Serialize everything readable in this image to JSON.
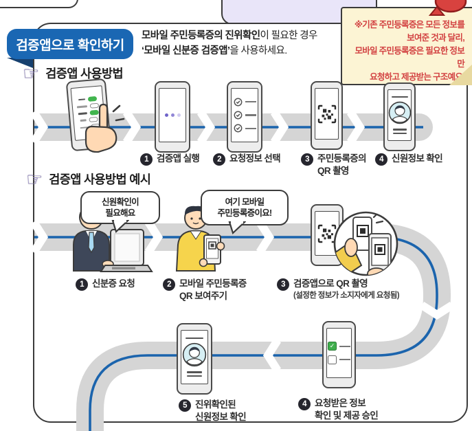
{
  "colors": {
    "road_gray": "#d5d5d5",
    "road_blue": "#1b64ad",
    "ribbon_blue": "#1a67b3",
    "ribbon_fold": "#16406f",
    "note_bg": "#fcf4d4",
    "note_text": "#d24141",
    "outline": "#3b3b3b",
    "toggle_green": "#41b54e",
    "check_green": "#3fae4c",
    "hand_purple": "#a293de",
    "sweater_yellow": "#f6d44c",
    "suit_navy": "#3e4759",
    "avatar_teal": "#d6eff4"
  },
  "ribbon": {
    "title": "검증앱으로 확인하기"
  },
  "intro": {
    "line1_bold": "모바일 주민등록증의 진위확인",
    "line1_rest": "이 필요한 경우",
    "line2_bold": "‘모바일 신분증 검증앱’",
    "line2_rest": "을 사용하세요."
  },
  "note": {
    "line1": "※기존 주민등록증은 모든 정보를",
    "line2": "보여준 것과 달리,",
    "line3": "모바일 주민등록증은 필요한 정보만",
    "line4": "요청하고 제공받는 구조예요."
  },
  "icons": {
    "hand_glyph": "☞"
  },
  "section1": {
    "title": "검증앱 사용방법",
    "steps": {
      "s1": {
        "num": "1",
        "label": "검증앱 실행"
      },
      "s2": {
        "num": "2",
        "label": "요청정보 선택"
      },
      "s3": {
        "num": "3",
        "line1": "주민등록증의",
        "line2": "QR 촬영"
      },
      "s4": {
        "num": "4",
        "label": "신원정보 확인"
      }
    }
  },
  "section2": {
    "title": "검증앱 사용방법 예시",
    "bubble1": {
      "line1": "신원확인이",
      "line2": "필요해요"
    },
    "bubble2": {
      "line1": "여기 모바일",
      "line2": "주민등록증이요!"
    },
    "steps": {
      "s1": {
        "num": "1",
        "label": "신분증 요청"
      },
      "s2": {
        "num": "2",
        "line1": "모바일 주민등록증",
        "line2": "QR 보여주기"
      },
      "s3": {
        "num": "3",
        "line1": "검증앱으로 QR 촬영",
        "line2": "(설정한 정보가 소지자에게 요청됨)"
      },
      "s4": {
        "num": "4",
        "line1": "요청받은 정보",
        "line2": "확인 및 제공 승인"
      },
      "s5": {
        "num": "5",
        "line1": "진위확인된",
        "line2": "신원정보 확인"
      }
    }
  }
}
